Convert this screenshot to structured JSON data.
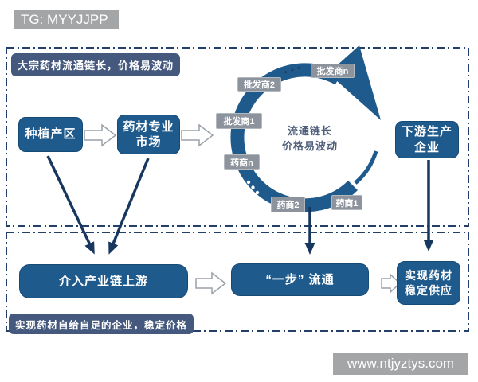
{
  "badge": {
    "text": "TG: MYYJJPP"
  },
  "watermark": {
    "text": "www.ntjyztys.com"
  },
  "top_section": {
    "caption": "大宗药材流通链长，价格易波动",
    "planting_area": "种植产区",
    "herb_market_line1": "药材专业",
    "herb_market_line2": "市场",
    "downstream_line1": "下游生产",
    "downstream_line2": "企业",
    "cycle": {
      "center_line1": "流通链长",
      "center_line2": "价格易波动",
      "wholesaler1": "批发商1",
      "wholesaler2": "批发商2",
      "wholesalerN": "批发商n",
      "dealerN": "药商n",
      "dealer2": "药商2",
      "dealer1": "药商1",
      "ellipsis": "···"
    }
  },
  "bottom_section": {
    "caption": "实现药材自给自足的企业，稳定价格",
    "enter_upstream": "介入产业链上游",
    "one_step": "“一步” 流通",
    "stable_supply_line1": "实现药材",
    "stable_supply_line2": "稳定供应"
  },
  "colors": {
    "primary_blue": "#1e5a8c",
    "slate_blue": "#44597d",
    "arrow_navy": "#17375e",
    "dashed_border": "#23406b",
    "gray_label": "#8c939d",
    "watermark_gray": "#a3a5a7"
  }
}
